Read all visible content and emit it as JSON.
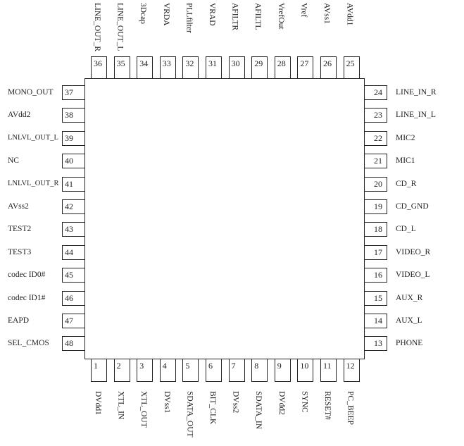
{
  "top_pins": [
    {
      "num": "36",
      "name": "LINE_OUT_R"
    },
    {
      "num": "35",
      "name": "LINE_OUT_L"
    },
    {
      "num": "34",
      "name": "3Dcap"
    },
    {
      "num": "33",
      "name": "VRDA"
    },
    {
      "num": "32",
      "name": "PLLfilter"
    },
    {
      "num": "31",
      "name": "VRAD"
    },
    {
      "num": "30",
      "name": "AFILTR"
    },
    {
      "num": "29",
      "name": "AFILTL"
    },
    {
      "num": "28",
      "name": "VrefOut"
    },
    {
      "num": "27",
      "name": "Vref"
    },
    {
      "num": "26",
      "name": "AVss1"
    },
    {
      "num": "25",
      "name": "AVdd1"
    }
  ],
  "left_pins": [
    {
      "num": "37",
      "name": "MONO_OUT"
    },
    {
      "num": "38",
      "name": "AVdd2"
    },
    {
      "num": "39",
      "name": "LNLVL_OUT_L"
    },
    {
      "num": "40",
      "name": "NC"
    },
    {
      "num": "41",
      "name": "LNLVL_OUT_R"
    },
    {
      "num": "42",
      "name": "AVss2"
    },
    {
      "num": "43",
      "name": "TEST2"
    },
    {
      "num": "44",
      "name": "TEST3"
    },
    {
      "num": "45",
      "name": "codec ID0#"
    },
    {
      "num": "46",
      "name": "codec ID1#"
    },
    {
      "num": "47",
      "name": "EAPD"
    },
    {
      "num": "48",
      "name": "SEL_CMOS"
    }
  ],
  "right_pins": [
    {
      "num": "24",
      "name": "LINE_IN_R"
    },
    {
      "num": "23",
      "name": "LINE_IN_L"
    },
    {
      "num": "22",
      "name": "MIC2"
    },
    {
      "num": "21",
      "name": "MIC1"
    },
    {
      "num": "20",
      "name": "CD_R"
    },
    {
      "num": "19",
      "name": "CD_GND"
    },
    {
      "num": "18",
      "name": "CD_L"
    },
    {
      "num": "17",
      "name": "VIDEO_R"
    },
    {
      "num": "16",
      "name": "VIDEO_L"
    },
    {
      "num": "15",
      "name": "AUX_R"
    },
    {
      "num": "14",
      "name": "AUX_L"
    },
    {
      "num": "13",
      "name": "PHONE"
    }
  ],
  "bottom_pins": [
    {
      "num": "1",
      "name": "DVdd1"
    },
    {
      "num": "2",
      "name": "XTL_IN"
    },
    {
      "num": "3",
      "name": "XTL_OUT"
    },
    {
      "num": "4",
      "name": "DVss1"
    },
    {
      "num": "5",
      "name": "SDATA_OUT"
    },
    {
      "num": "6",
      "name": "BIT_CLK"
    },
    {
      "num": "7",
      "name": "DVss2"
    },
    {
      "num": "8",
      "name": "SDATA_IN"
    },
    {
      "num": "9",
      "name": "DVdd2"
    },
    {
      "num": "10",
      "name": "SYNC"
    },
    {
      "num": "11",
      "name": "RESET#"
    },
    {
      "num": "12",
      "name": "PC_BEEP"
    }
  ]
}
